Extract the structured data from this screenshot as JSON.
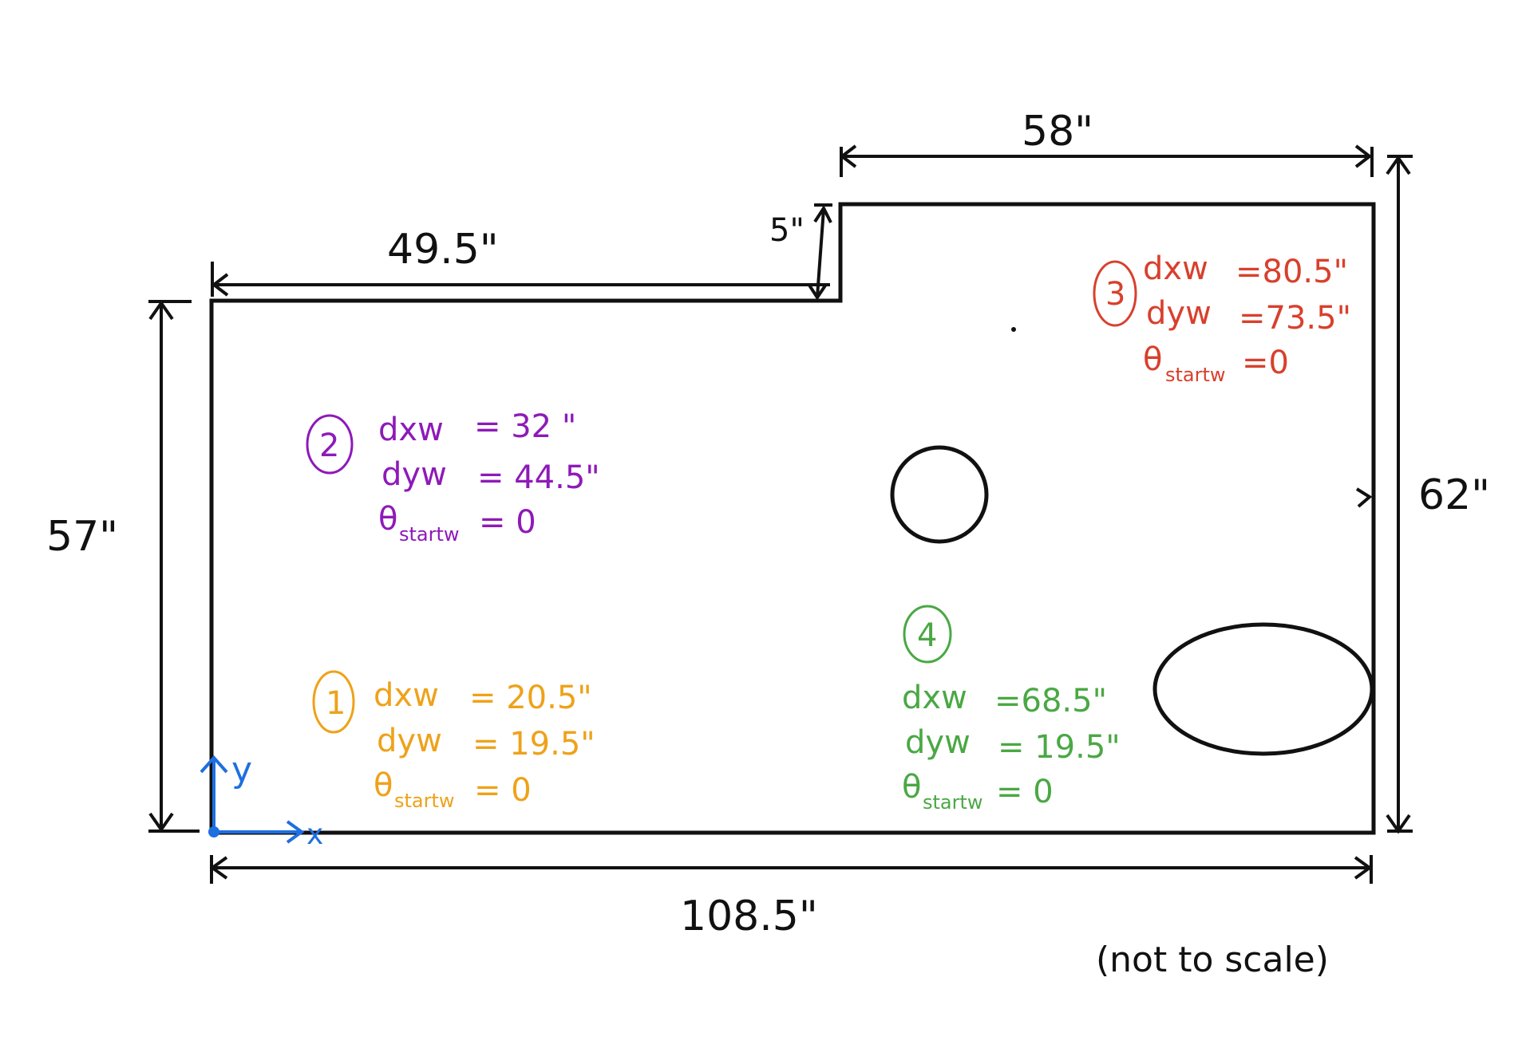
{
  "dimensions": {
    "top_left": "49.5\"",
    "top_right": "58\"",
    "step": "5\"",
    "left": "57\"",
    "right": "62\"",
    "bottom": "108.5\""
  },
  "axes": {
    "x": "x",
    "y": "y"
  },
  "footnote": "(not to scale)",
  "points": [
    {
      "id": "1",
      "dx": "dxw",
      "dx_val": "= 20.5\"",
      "dy": "dyw",
      "dy_val": "= 19.5\"",
      "theta": "θ",
      "theta_sub": "startw",
      "theta_val": "= 0"
    },
    {
      "id": "2",
      "dx": "dxw",
      "dx_val": "= 32 \"",
      "dy": "dyw",
      "dy_val": "= 44.5\"",
      "theta": "θ",
      "theta_sub": "startw",
      "theta_val": "= 0"
    },
    {
      "id": "3",
      "dx": "dxw",
      "dx_val": "=80.5\"",
      "dy": "dyw",
      "dy_val": "=73.5\"",
      "theta": "θ",
      "theta_sub": "startw",
      "theta_val": "=0"
    },
    {
      "id": "4",
      "dx": "dxw",
      "dx_val": "=68.5\"",
      "dy": "dyw",
      "dy_val": "= 19.5\"",
      "theta": "θ",
      "theta_sub": "startw",
      "theta_val": "= 0"
    }
  ],
  "colors": {
    "outline": "#111111",
    "axes": "#1e6fe0",
    "point1": "#eea21a",
    "point2": "#8e1ab8",
    "point3": "#d8402c",
    "point4": "#4aa844"
  }
}
